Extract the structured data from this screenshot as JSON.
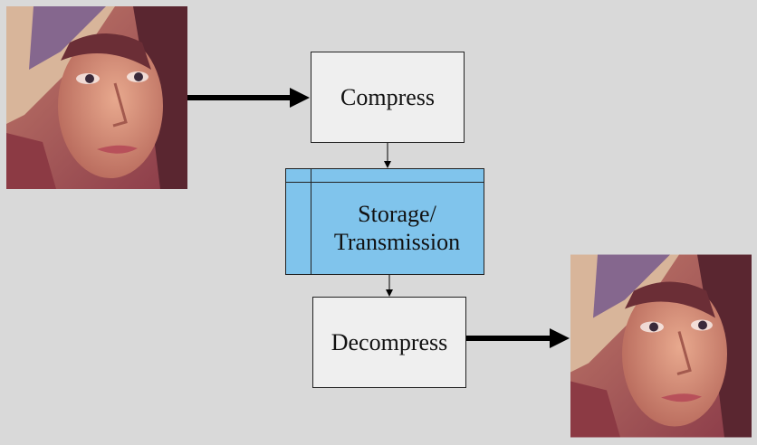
{
  "nodes": {
    "compress": "Compress",
    "storage_line1": "Storage/",
    "storage_line2": "Transmission",
    "decompress": "Decompress"
  },
  "colors": {
    "background": "#d9d9d9",
    "process_fill": "#efefef",
    "storage_fill": "#80c4ec",
    "arrow": "#000000"
  },
  "images": {
    "input": "portrait-photo",
    "output": "portrait-photo"
  }
}
